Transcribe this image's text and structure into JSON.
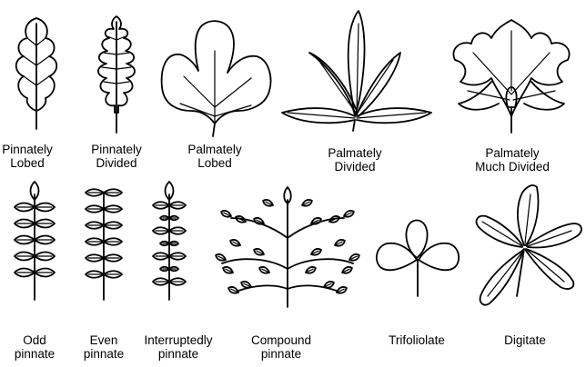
{
  "figure": {
    "leaves": [
      {
        "id": "pinnately-lobed",
        "line1": "Pinnately",
        "line2": "Lobed"
      },
      {
        "id": "pinnately-divided",
        "line1": "Pinnately",
        "line2": "Divided"
      },
      {
        "id": "palmately-lobed",
        "line1": "Palmately",
        "line2": "Lobed"
      },
      {
        "id": "palmately-divided",
        "line1": "Palmately",
        "line2": "Divided"
      },
      {
        "id": "palmately-much-divided",
        "line1": "Palmately",
        "line2": "Much Divided"
      },
      {
        "id": "odd-pinnate",
        "line1": "Odd",
        "line2": "pinnate"
      },
      {
        "id": "even-pinnate",
        "line1": "Even",
        "line2": "pinnate"
      },
      {
        "id": "interruptedly-pinnate",
        "line1": "Interruptedly",
        "line2": "pinnate"
      },
      {
        "id": "compound-pinnate",
        "line1": "Compound",
        "line2": "pinnate"
      },
      {
        "id": "trifoliolate",
        "line1": "Trifoliolate",
        "line2": ""
      },
      {
        "id": "digitate",
        "line1": "Digitate",
        "line2": ""
      }
    ]
  }
}
